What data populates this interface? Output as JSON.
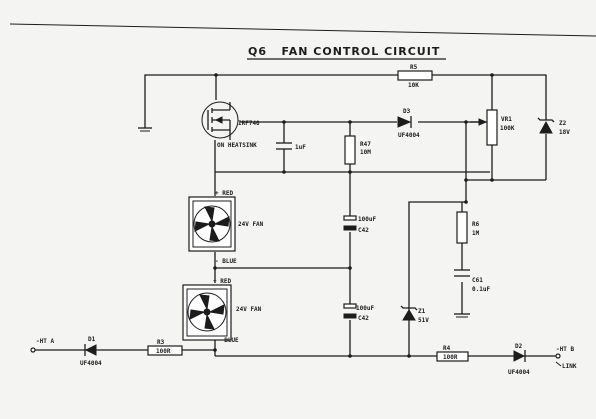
{
  "title": "Q6   FAN CONTROL CIRCUIT",
  "components": {
    "r5": {
      "ref": "R5",
      "value": "10K"
    },
    "mosfet": {
      "part": "IRF740",
      "note": "ON HEATSINK"
    },
    "capacitor_c1": {
      "value": "1uF"
    },
    "diode_d3": {
      "ref": "D3",
      "part": "UF4004"
    },
    "r47": {
      "ref": "R47",
      "value": "10M"
    },
    "vr1": {
      "ref": "VR1",
      "value": "100K"
    },
    "zener_z2": {
      "ref": "Z2",
      "value": "18V"
    },
    "fan_top": {
      "label": "24V FAN",
      "plus": "+ RED",
      "minus": "- BLUE"
    },
    "c42_top": {
      "value": "100uF",
      "ref": "C42"
    },
    "r6": {
      "ref": "R6",
      "value": "1M"
    },
    "c61": {
      "ref": "C61",
      "value": "0.1uF"
    },
    "fan_bottom": {
      "label": "24V FAN",
      "plus": "+ RED",
      "minus": "- BLUE"
    },
    "c42_bottom": {
      "value": "100uF",
      "ref": "C42"
    },
    "zener_z1": {
      "ref": "Z1",
      "value": "51V"
    },
    "diode_d1": {
      "ref": "D1",
      "part": "UF4004"
    },
    "r3": {
      "ref": "R3",
      "value": "100R"
    },
    "r4": {
      "ref": "R4",
      "value": "100R"
    },
    "diode_d2": {
      "ref": "D2",
      "part": "UF4004"
    }
  },
  "terminals": {
    "ht_a": "-HT A",
    "ht_b": "-HT B",
    "link": "LINK"
  }
}
